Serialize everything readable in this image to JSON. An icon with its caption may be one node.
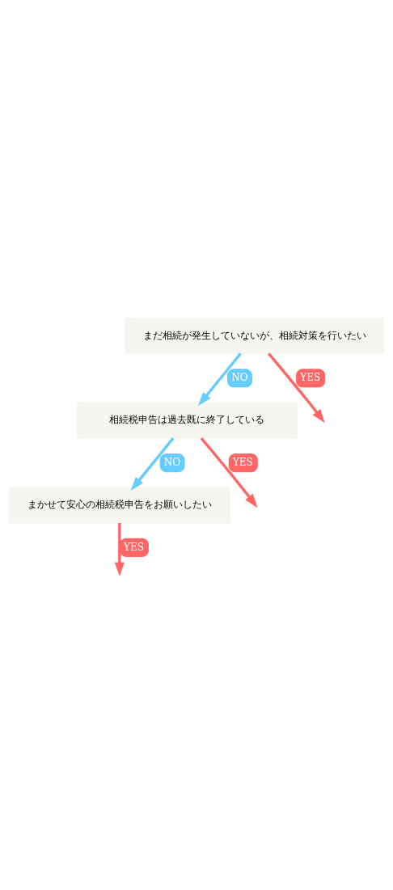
{
  "diagram": {
    "nodes": [
      {
        "text": [
          "まだ相続が発生していないが、相続対策を行いたい"
        ]
      },
      {
        "text": [
          "相続税申告は過去既に終了している"
        ]
      },
      {
        "text": [
          "まかせて安心の相続税申告をお願いしたい"
        ]
      }
    ],
    "edges": [
      {
        "from": 0,
        "to": 1,
        "arrow": "to",
        "label": "NO",
        "color": "#66ccff"
      },
      {
        "from": 0,
        "to": null,
        "arrow": "to",
        "label": "YES",
        "color": "#ff6666"
      },
      {
        "from": 1,
        "to": 2,
        "arrow": "to",
        "label": "NO",
        "color": "#66ccff"
      },
      {
        "from": 1,
        "to": null,
        "arrow": "to",
        "label": "YES",
        "color": "#ff6666"
      },
      {
        "from": 2,
        "to": null,
        "arrow": "to",
        "label": "YES",
        "color": "#ff6666"
      }
    ]
  }
}
